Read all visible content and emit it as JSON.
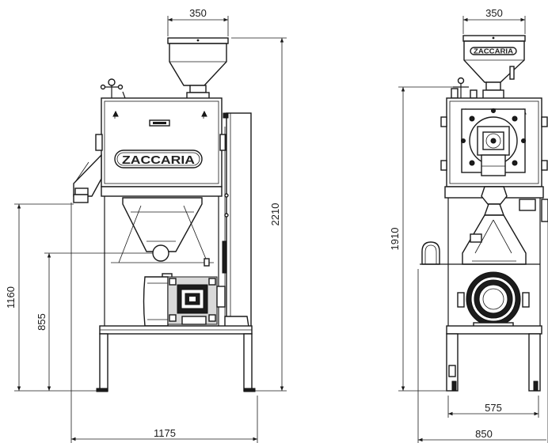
{
  "brand": {
    "front": "ZACCARIA",
    "side": "ZACCARIA"
  },
  "front_view": {
    "dims": {
      "hopper_width": "350",
      "total_height": "2210",
      "outlet_height": "1160",
      "center_height": "855",
      "total_width": "1175"
    }
  },
  "side_view": {
    "dims": {
      "hopper_width": "350",
      "height": "1910",
      "base_width": "575",
      "total_width": "850"
    }
  }
}
